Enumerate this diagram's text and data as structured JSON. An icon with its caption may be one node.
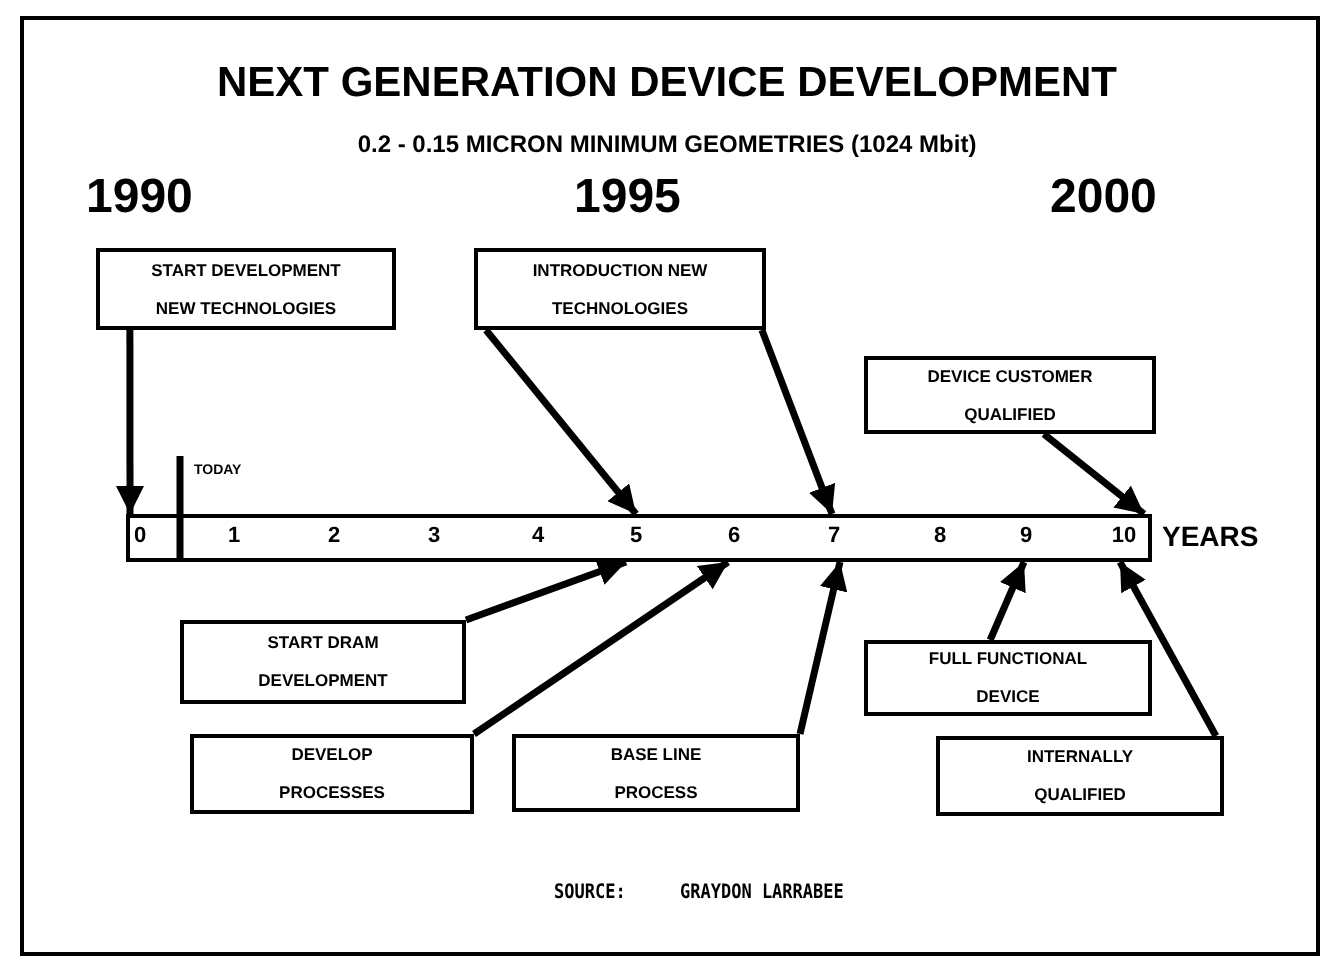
{
  "diagram": {
    "title": "NEXT GENERATION DEVICE DEVELOPMENT",
    "caption": "0.2 - 0.15 MICRON MINIMUM GEOMETRIES (1024 Mbit)",
    "nodes": [
      {
        "text": [
          "START DEVELOPMENT NEW TECHNOLOGIES"
        ]
      },
      {
        "text": [
          "INTRODUCTION NEW TECHNOLOGIES"
        ]
      },
      {
        "text": [
          "DEVICE CUSTOMER QUALIFIED"
        ]
      },
      {
        "text": [],
        "shape": "bar",
        "beside": [
          "YEARS"
        ]
      },
      {
        "text": [
          "START DRAM DEVELOPMENT"
        ]
      },
      {
        "text": [
          "FULL FUNCTIONAL DEVICE"
        ]
      },
      {
        "text": [
          "DEVELOP PROCESSES"
        ]
      },
      {
        "text": [
          "BASE LINE PROCESS"
        ]
      },
      {
        "text": [
          "INTERNALLY QUALIFIED"
        ]
      }
    ],
    "edges": [
      {
        "from": 0,
        "to": 3,
        "arrow": "to"
      },
      {
        "from": 1,
        "to": 3,
        "arrow": "to"
      },
      {
        "from": 1,
        "to": 3,
        "arrow": "to"
      },
      {
        "from": 2,
        "to": 3,
        "arrow": "to"
      },
      {
        "from": 4,
        "to": 3,
        "arrow": "to"
      },
      {
        "from": 6,
        "to": 3,
        "arrow": "to"
      },
      {
        "from": 7,
        "to": 3,
        "arrow": "to"
      },
      {
        "from": 5,
        "to": 3,
        "arrow": "to"
      },
      {
        "from": 8,
        "to": 3,
        "arrow": "to"
      }
    ],
    "labels": [
      "1990",
      "1995",
      "2000",
      "TODAY",
      "0",
      "1",
      "2",
      "3",
      "4",
      "5",
      "6",
      "7",
      "8",
      "9",
      "10",
      "SOURCE:",
      "GRAYDON LARRABEE"
    ]
  }
}
